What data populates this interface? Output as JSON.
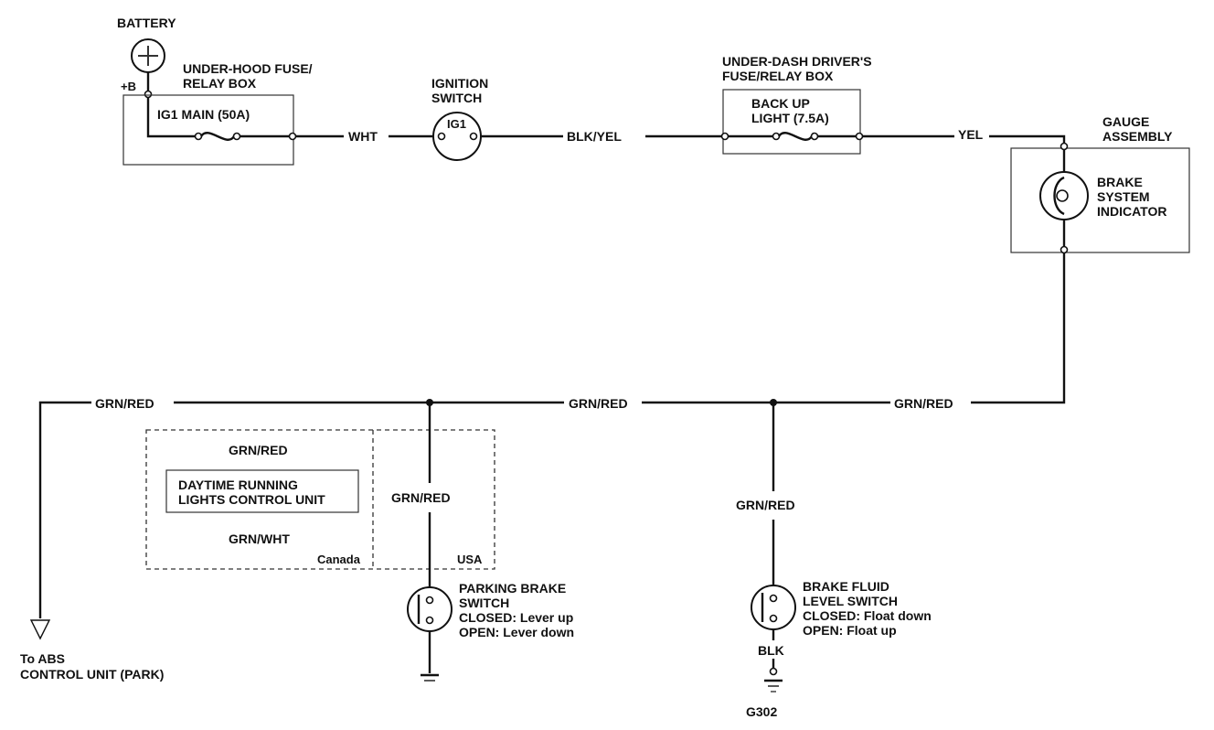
{
  "battery": {
    "label": "BATTERY",
    "terminal": "+B"
  },
  "underhood_box": {
    "title_line1": "UNDER-HOOD FUSE/",
    "title_line2": "RELAY BOX",
    "fuse_label": "IG1 MAIN (50A)"
  },
  "ignition_switch": {
    "title_line1": "IGNITION",
    "title_line2": "SWITCH",
    "position_label": "IG1"
  },
  "underdash_box": {
    "title_line1": "UNDER-DASH DRIVER'S",
    "title_line2": "FUSE/RELAY BOX",
    "fuse_line1": "BACK UP",
    "fuse_line2": "LIGHT (7.5A)"
  },
  "gauge_assembly": {
    "title_line1": "GAUGE",
    "title_line2": "ASSEMBLY",
    "indicator_line1": "BRAKE",
    "indicator_line2": "SYSTEM",
    "indicator_line3": "INDICATOR"
  },
  "wires": {
    "wht": "WHT",
    "blk_yel": "BLK/YEL",
    "yel": "YEL",
    "grn_red_left": "GRN/RED",
    "grn_red_mid": "GRN/RED",
    "grn_red_right": "GRN/RED",
    "grn_red_usa": "GRN/RED",
    "grn_red_fluid": "GRN/RED",
    "blk": "BLK"
  },
  "drl_unit": {
    "label_line1": "DAYTIME RUNNING",
    "label_line2": "LIGHTS CONTROL UNIT",
    "wire_top": "GRN/RED",
    "wire_bottom": "GRN/WHT",
    "region_canada": "Canada",
    "region_usa": "USA"
  },
  "parking_brake_switch": {
    "line1": "PARKING BRAKE",
    "line2": "SWITCH",
    "line3": "CLOSED: Lever up",
    "line4": "OPEN: Lever down"
  },
  "brake_fluid_switch": {
    "line1": "BRAKE FLUID",
    "line2": "LEVEL SWITCH",
    "line3": "CLOSED: Float down",
    "line4": "OPEN: Float up"
  },
  "abs": {
    "line1": "To ABS",
    "line2": "CONTROL UNIT (PARK)"
  },
  "ground": {
    "label": "G302"
  }
}
